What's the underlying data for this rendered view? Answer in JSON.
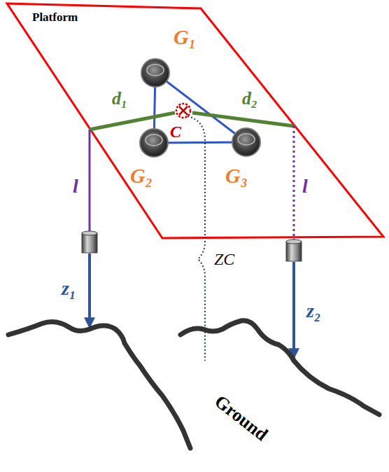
{
  "diagram": {
    "labels": [
      "Platform",
      "G₁",
      "d₁",
      "C",
      "d₂",
      "G₂",
      "G₃",
      "l",
      "l",
      "z₁",
      "ZC",
      "z₂",
      "Ground"
    ]
  }
}
